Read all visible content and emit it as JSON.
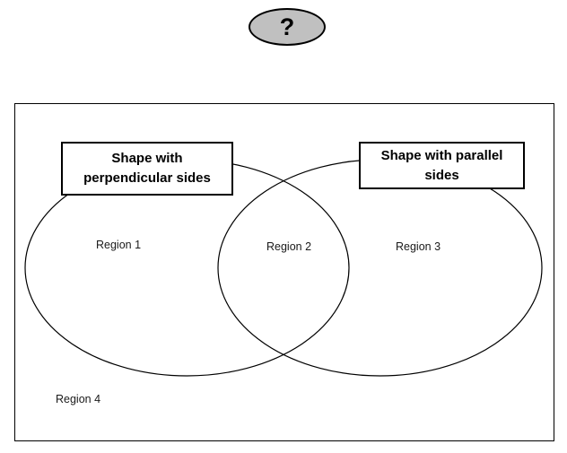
{
  "diagram": {
    "title_badge": {
      "symbol": "?",
      "fill_color": "#c0c0c0",
      "border_color": "#000000"
    },
    "universe": {
      "border_color": "#000000"
    },
    "sets": [
      {
        "id": "left",
        "label": "Shape with perpendicular sides"
      },
      {
        "id": "right",
        "label": "Shape with parallel sides"
      }
    ],
    "regions": [
      {
        "id": "region-1",
        "label": "Region 1"
      },
      {
        "id": "region-2",
        "label": "Region 2"
      },
      {
        "id": "region-3",
        "label": "Region 3"
      },
      {
        "id": "region-4",
        "label": "Region 4"
      }
    ]
  }
}
